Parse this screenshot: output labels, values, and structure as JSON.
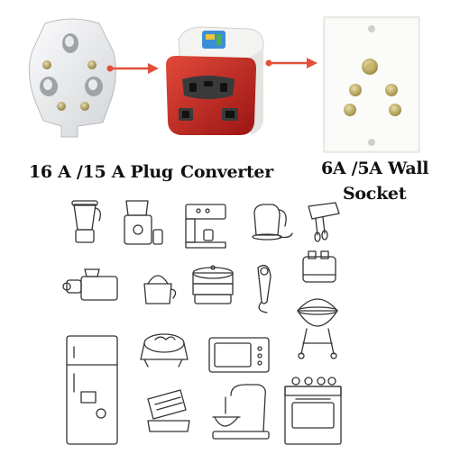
{
  "captions": {
    "plug": "16 A  /15 A Plug",
    "converter": "Converter",
    "socket_line1": "6A /5A Wall",
    "socket_line2": "Socket"
  },
  "appliances": [
    {
      "icon": "smoothie-blender-icon"
    },
    {
      "icon": "juice-extractor-icon"
    },
    {
      "icon": "coffee-machine-icon"
    },
    {
      "icon": "electric-kettle-icon"
    },
    {
      "icon": "hand-mixer-icon"
    },
    {
      "icon": "meat-grinder-icon"
    },
    {
      "icon": "citrus-juicer-icon"
    },
    {
      "icon": "food-steamer-icon"
    },
    {
      "icon": "hair-dryer-icon"
    },
    {
      "icon": "toaster-icon"
    },
    {
      "icon": "refrigerator-icon"
    },
    {
      "icon": "electric-grill-icon"
    },
    {
      "icon": "microwave-oven-icon"
    },
    {
      "icon": "barbecue-grill-icon"
    },
    {
      "icon": "sandwich-maker-icon"
    },
    {
      "icon": "stand-mixer-icon"
    },
    {
      "icon": "stove-oven-icon"
    }
  ],
  "colors": {
    "arrow": "#e0503a",
    "converter_red": "#c8201f",
    "plug_body": "#eceef0",
    "brass": "#b8a55e"
  }
}
